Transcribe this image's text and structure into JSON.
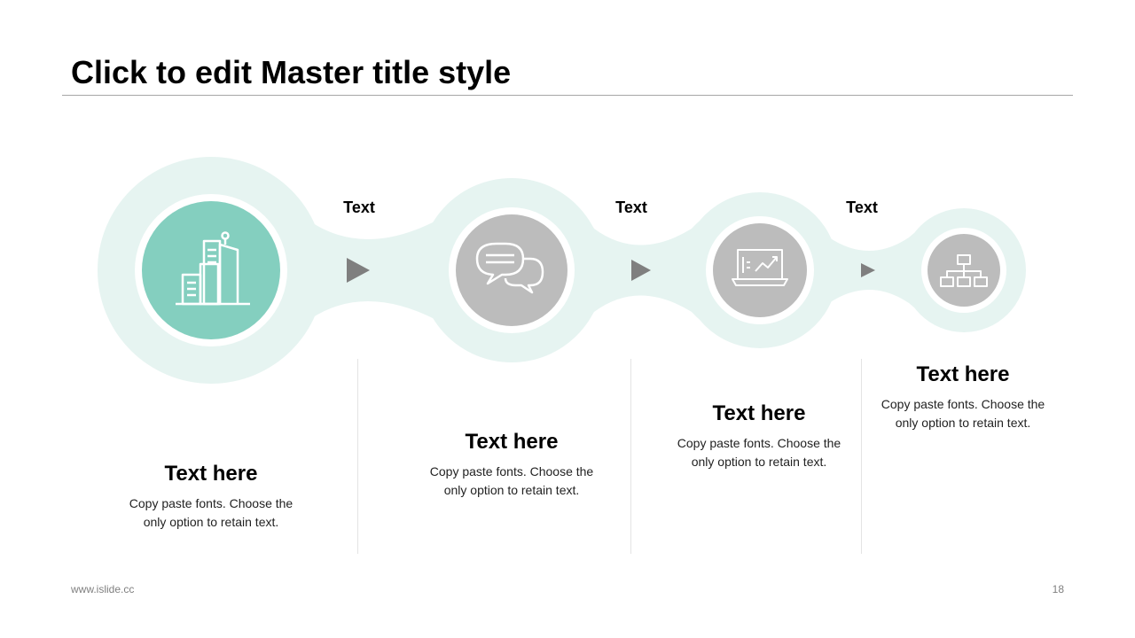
{
  "slide": {
    "title": "Click to edit Master title style",
    "footer_url": "www.islide.cc",
    "page_number": "18"
  },
  "colors": {
    "accent": "#84cfbf",
    "track": "#e6f4f1",
    "inactive": "#bcbcbc",
    "arrow": "#7f7f7f"
  },
  "connectors": [
    {
      "label": "Text"
    },
    {
      "label": "Text"
    },
    {
      "label": "Text"
    }
  ],
  "steps": [
    {
      "icon": "buildings-icon",
      "title": "Text here",
      "desc_line1": "Copy paste fonts. Choose the",
      "desc_line2": "only option to retain text."
    },
    {
      "icon": "chat-bubbles-icon",
      "title": "Text here",
      "desc_line1": "Copy paste fonts. Choose the",
      "desc_line2": "only option to retain text."
    },
    {
      "icon": "laptop-chart-icon",
      "title": "Text here",
      "desc_line1": "Copy paste fonts. Choose the",
      "desc_line2": "only option to retain text."
    },
    {
      "icon": "org-chart-icon",
      "title": "Text here",
      "desc_line1": "Copy paste fonts. Choose the",
      "desc_line2": "only option to retain text."
    }
  ]
}
